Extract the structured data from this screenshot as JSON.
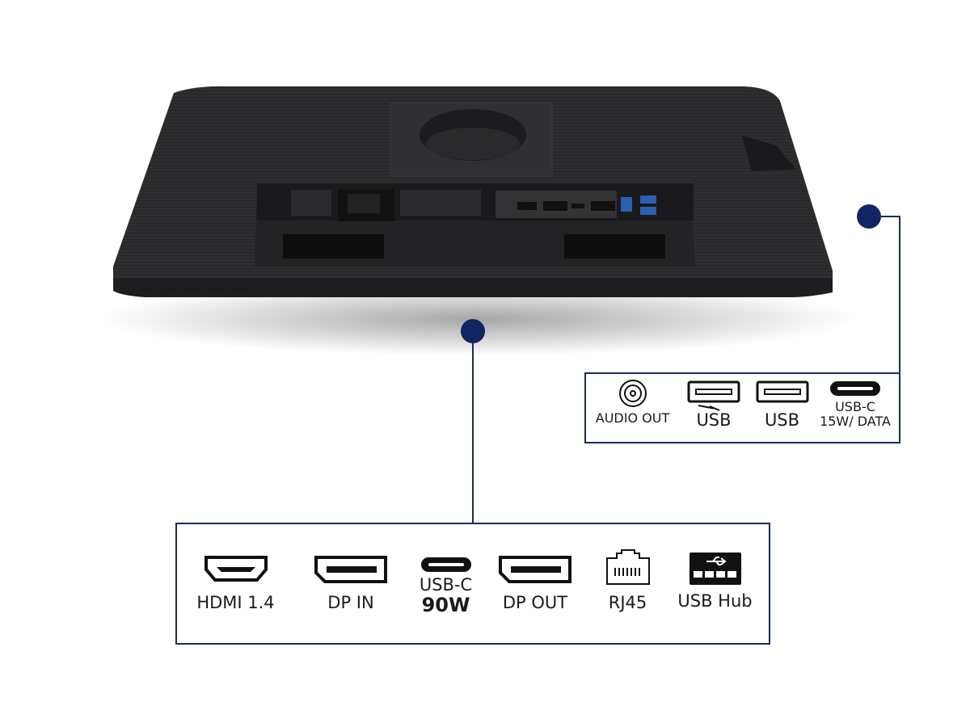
{
  "colors": {
    "callout": "#1e2a5a",
    "monitor": "#2c2c2e",
    "dot": "#102562"
  },
  "side_ports": [
    {
      "icon": "audio-jack-icon",
      "label": "AUDIO OUT"
    },
    {
      "icon": "usb-charging-icon",
      "label": "USB"
    },
    {
      "icon": "usb-a-icon",
      "label": "USB"
    },
    {
      "icon": "usb-c-icon",
      "label": "USB-C",
      "sub": "15W/ DATA"
    }
  ],
  "rear_ports": [
    {
      "icon": "hdmi-icon",
      "label": "HDMI 1.4"
    },
    {
      "icon": "displayport-in-icon",
      "label": "DP IN"
    },
    {
      "icon": "usb-c-icon",
      "label": "USB-C",
      "sub": "90W"
    },
    {
      "icon": "displayport-out-icon",
      "label": "DP OUT"
    },
    {
      "icon": "rj45-icon",
      "label": "RJ45"
    },
    {
      "icon": "usb-hub-icon",
      "label": "USB Hub"
    }
  ]
}
